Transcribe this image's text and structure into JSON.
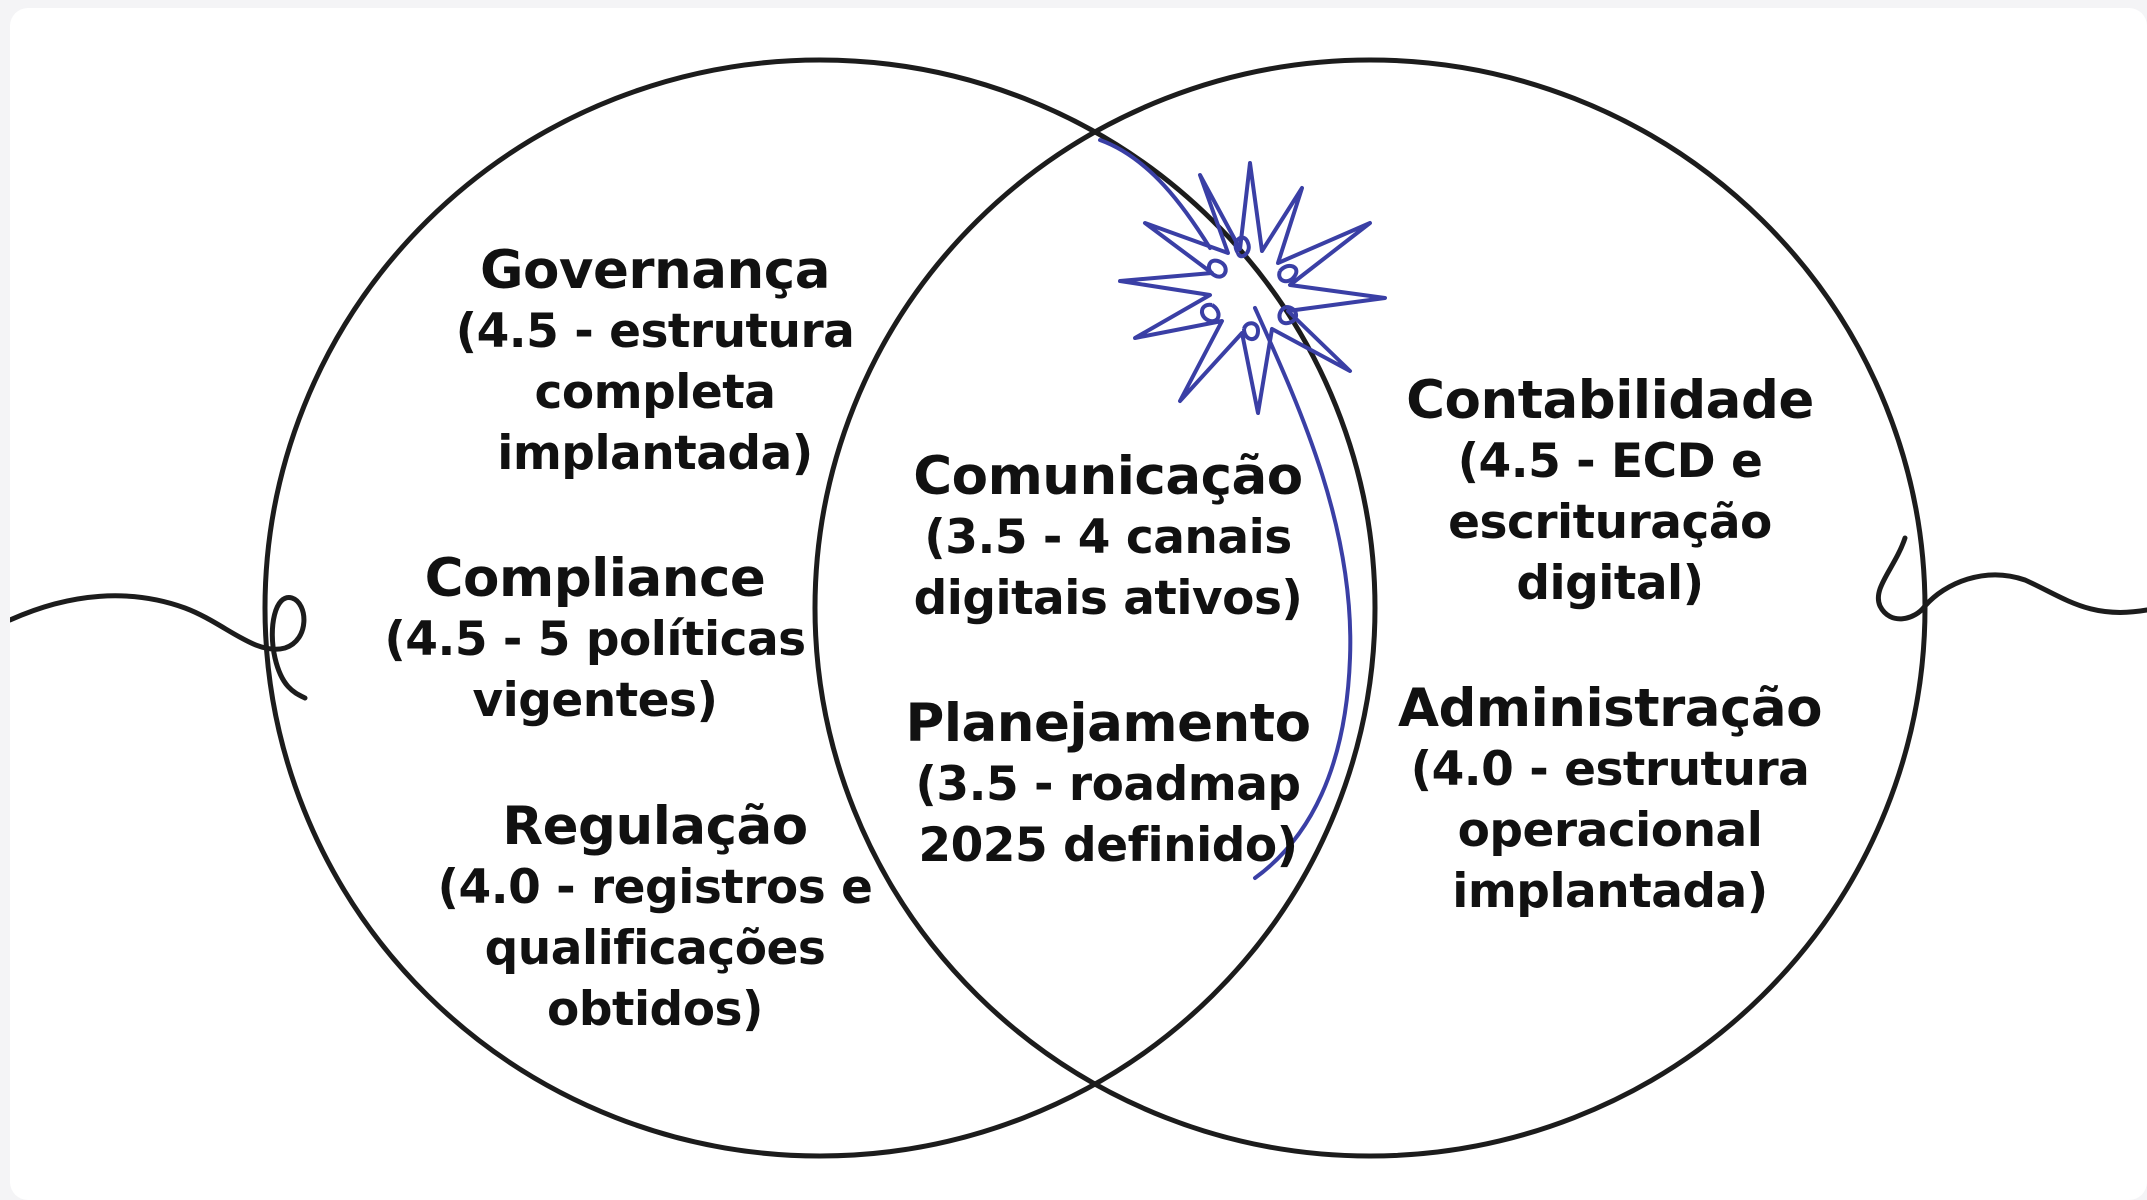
{
  "diagram": {
    "type": "venn",
    "colors": {
      "circle_stroke": "#1c1c1c",
      "accent": "#3a3fa5",
      "background": "#ffffff"
    },
    "left_set": {
      "items": [
        {
          "title": "Governança",
          "lines": [
            "(4.5 - estrutura",
            "completa",
            "implantada)"
          ]
        },
        {
          "title": "Compliance",
          "lines": [
            "(4.5 - 5 políticas",
            "vigentes)"
          ]
        },
        {
          "title": "Regulação",
          "lines": [
            "(4.0 - registros e",
            "qualificações",
            "obtidos)"
          ]
        }
      ]
    },
    "intersection": {
      "items": [
        {
          "title": "Comunicação",
          "lines": [
            "(3.5 - 4 canais",
            "digitais ativos)"
          ]
        },
        {
          "title": "Planejamento",
          "lines": [
            "(3.5 - roadmap",
            "2025 definido)"
          ]
        }
      ]
    },
    "right_set": {
      "items": [
        {
          "title": "Contabilidade",
          "lines": [
            "(4.5 - ECD e",
            "escrituração",
            "digital)"
          ]
        },
        {
          "title": "Administração",
          "lines": [
            "(4.0 - estrutura",
            "operacional",
            "implantada)"
          ]
        }
      ]
    },
    "decoration": "starburst-icon"
  }
}
